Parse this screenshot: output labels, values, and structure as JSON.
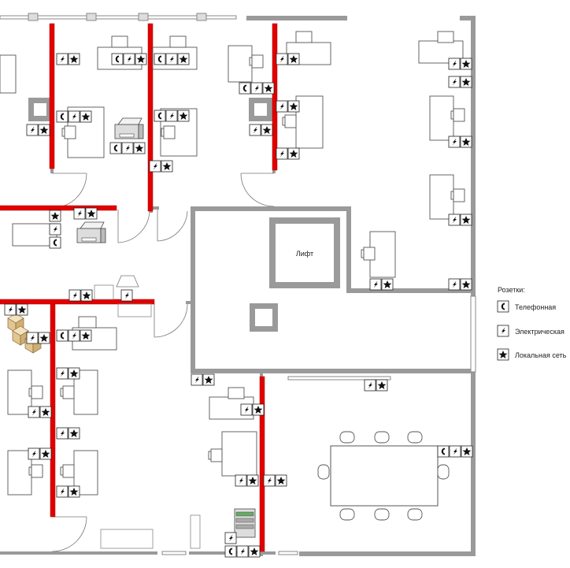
{
  "elevator_label": "Лифт",
  "legend": {
    "title": "Розетки:",
    "items": [
      {
        "icon": "phone-icon",
        "label": "Телефонная"
      },
      {
        "icon": "power-icon",
        "label": "Электрическая"
      },
      {
        "icon": "network-icon",
        "label": "Локальная сеть"
      }
    ]
  },
  "colors": {
    "wall": "#9a9a9a",
    "cable": "#e10000",
    "furniture": "#555555"
  }
}
